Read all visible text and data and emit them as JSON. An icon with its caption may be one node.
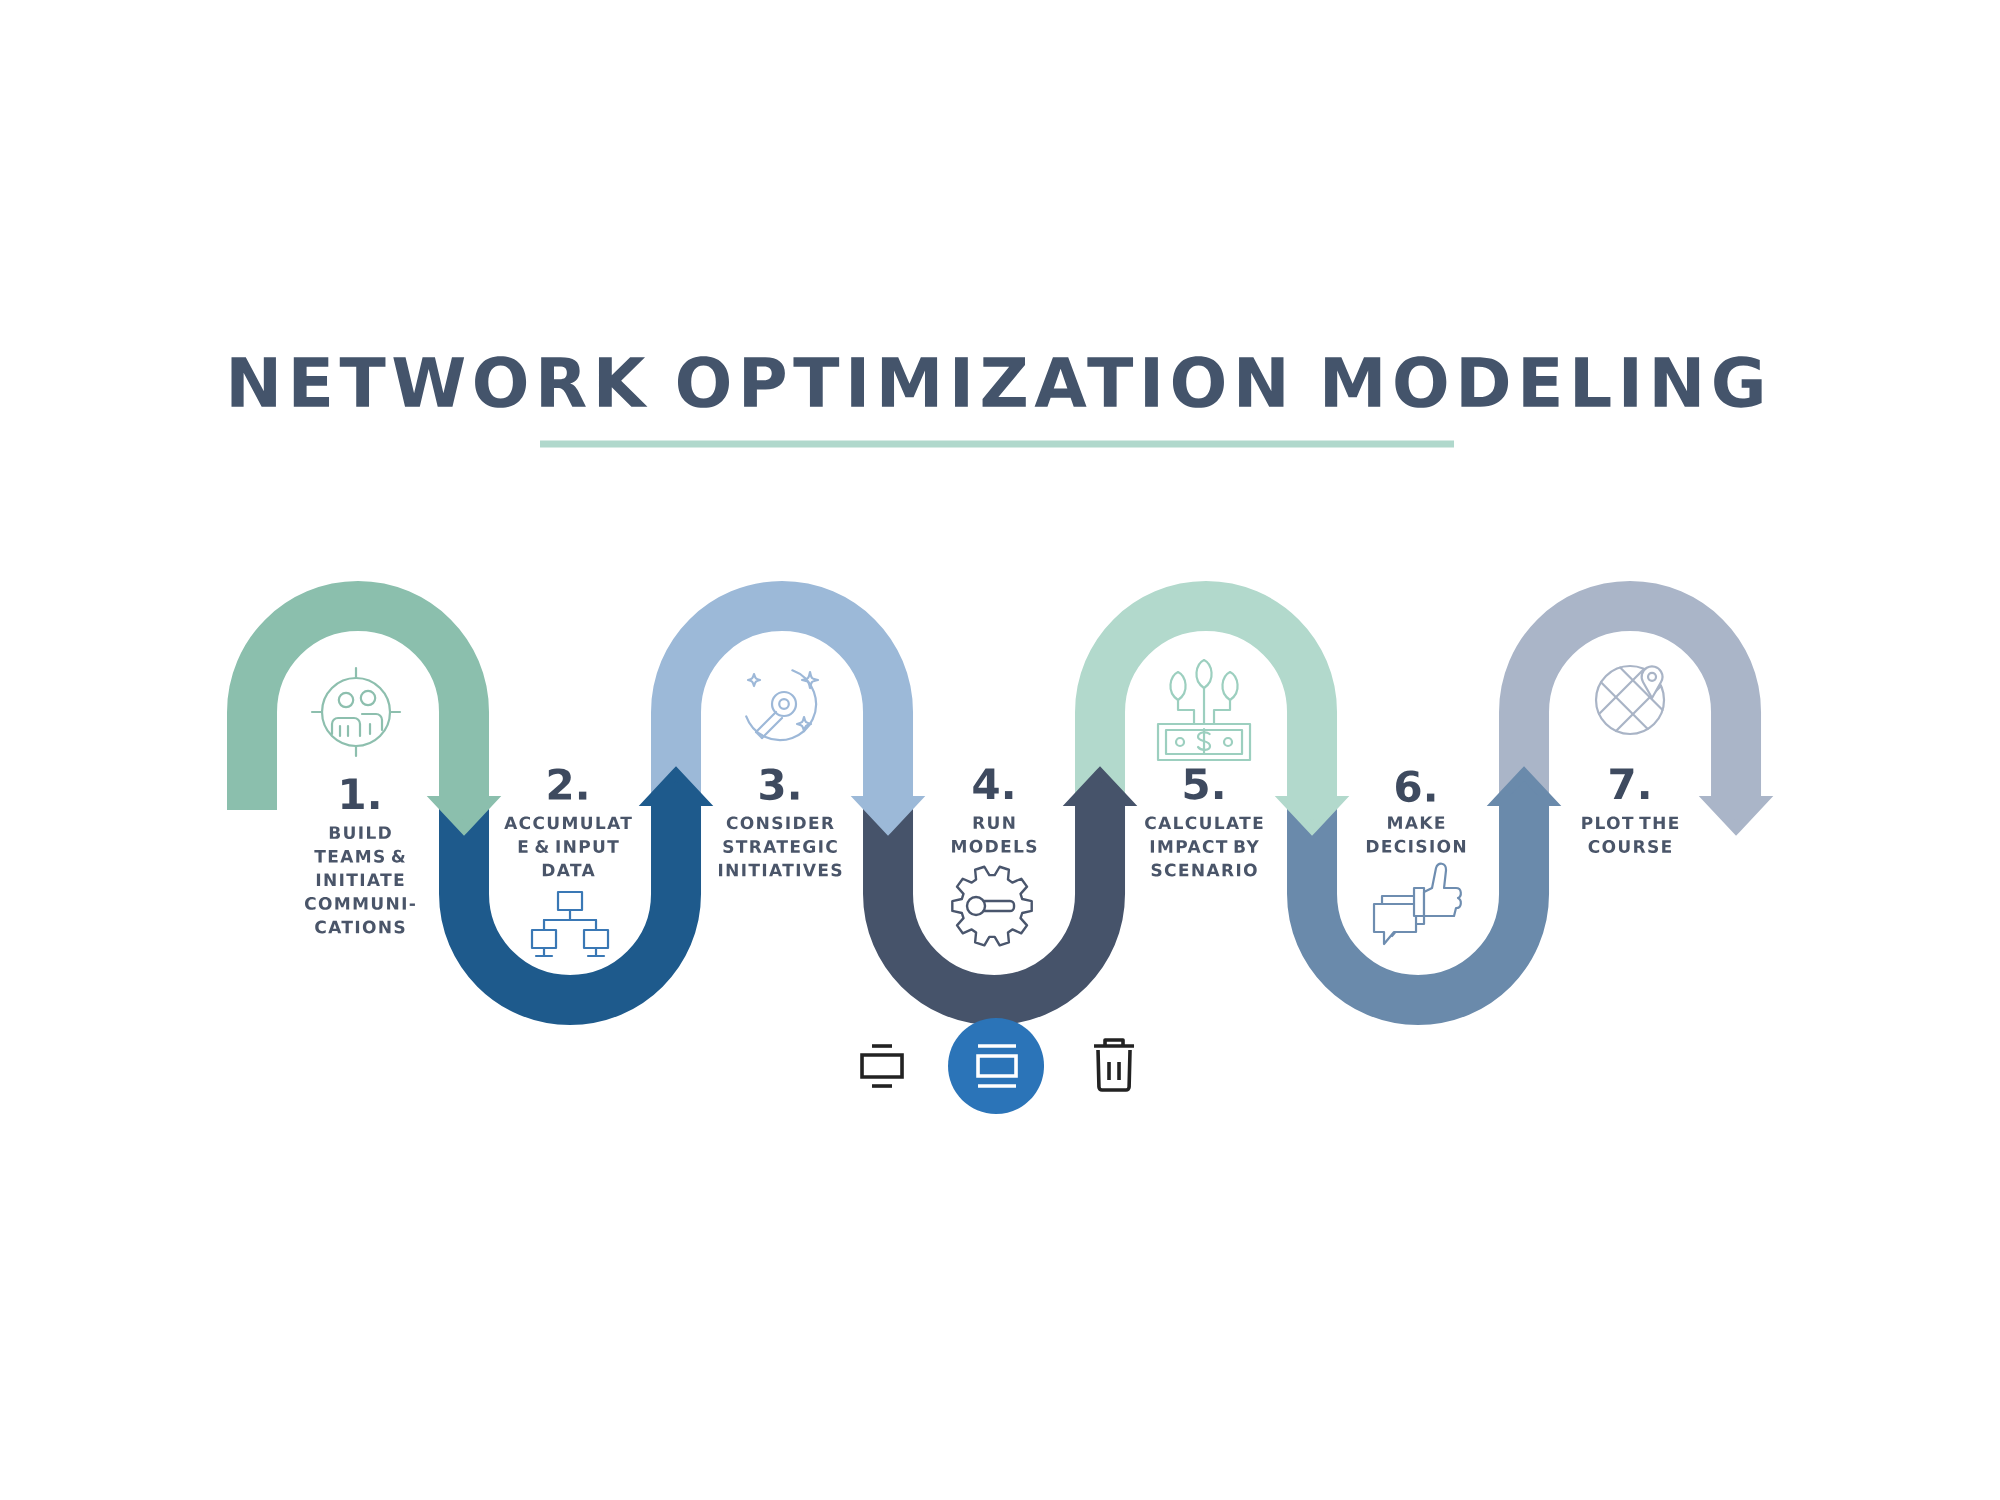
{
  "diagram": {
    "title": "NETWORK OPTIMIZATION MODELING",
    "nodes": [
      {
        "text": [
          "1.",
          "BUILD TEAMS & INITIATE COMMUNI- CATIONS"
        ]
      },
      {
        "text": [
          "2.",
          "ACCUMULAT E & INPUT DATA"
        ]
      },
      {
        "text": [
          "3.",
          "CONSIDER STRATEGIC INITIATIVES"
        ]
      },
      {
        "text": [
          "4.",
          "RUN MODELS"
        ]
      },
      {
        "text": [
          "5.",
          "CALCULATE IMPACT BY SCENARIO"
        ]
      },
      {
        "text": [
          "6.",
          "MAKE DECISION"
        ]
      },
      {
        "text": [
          "7.",
          "PLOT THE COURSE"
        ]
      }
    ],
    "edges": [
      {
        "from": 0,
        "to": 1,
        "arrow": "to",
        "color": "#8bbfad"
      },
      {
        "from": 1,
        "to": 2,
        "arrow": "to",
        "color": "#1e5a8c"
      },
      {
        "from": 2,
        "to": 3,
        "arrow": "to",
        "color": "#9cb9d8"
      },
      {
        "from": 3,
        "to": 4,
        "arrow": "to",
        "color": "#46536a"
      },
      {
        "from": 4,
        "to": 5,
        "arrow": "to",
        "color": "#b2d9cc"
      },
      {
        "from": 5,
        "to": 6,
        "arrow": "to",
        "color": "#6a8aab"
      },
      {
        "from": 6,
        "to": null,
        "arrow": "to",
        "color": "#aab5c8"
      }
    ]
  }
}
